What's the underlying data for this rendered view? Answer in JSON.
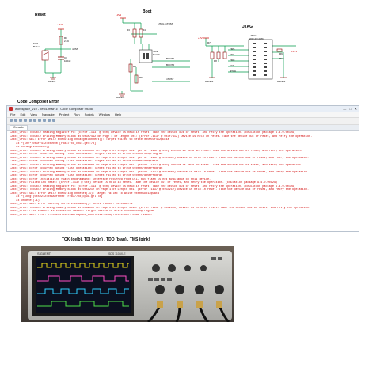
{
  "titles": {
    "reset": "Reset",
    "boot": "Boot",
    "jtag": "JTAG",
    "ccs_error": "Code Composer Error",
    "scope_caption": "TCK (gelb), TDI (grün) , TDO (blau) , TMS (pink)"
  },
  "reset_schematic": {
    "vcc": "+3V3",
    "r1": "R1",
    "r1_value": "2.2K",
    "sw1": "SW1",
    "sw1_type": "Button",
    "c1": "C1",
    "c1_value": "100nF",
    "nrst": "nRST",
    "gnd": "AGND1"
  },
  "boot_schematic": {
    "vcc": "+3V3",
    "net_jtag": "JTAG_nTRST",
    "sw": "SW2",
    "sw_type": "Switch",
    "boot1": "BOOT1",
    "boot0": "BOOT0",
    "ntrst": "nTRST",
    "gnd": "AGND1",
    "resistors": [
      "R3",
      "R4",
      "R5",
      "R6"
    ]
  },
  "jtag_schematic": {
    "vcc_left": "+3V3",
    "vcc_right": "+3V3",
    "connector": "JTAG1",
    "connector_type": "HDR-2X10PIN",
    "signals_left": [
      "TMS",
      "TDI",
      "TDO",
      "TCK",
      "RTCK"
    ],
    "resistors": [
      "R7",
      "R8",
      "R9",
      "R10"
    ],
    "gnd_left": "AGND1",
    "gnd_right": "AGND1"
  },
  "ide": {
    "title": "workspace_v10 - Test1/main.c - Code Composer Studio",
    "controls": [
      "—",
      "□",
      "✕"
    ],
    "menu": [
      "File",
      "Edit",
      "View",
      "Navigate",
      "Project",
      "Run",
      "Scripts",
      "Window",
      "Help"
    ],
    "tab": "Console",
    "lines": [
      {
        "t": "C28xx_CPU1: Trouble Reading Register PC: (Error -1137 @ 0x0) Device is held in reset. Take the device out of reset, and retry the operation. (Emulation package 9.4.0.00129)",
        "k": "err"
      },
      {
        "t": "C28xx_CPU1: Trouble Writing Memory Block at 0x3f7412 on Page 1 of Length 0x1: (Error -1137 @ 0x3f7412) Device is held in reset. Take the device out of reset, and retry the operation.",
        "k": "err"
      },
      {
        "t": "C28xx_CPU1: GEL: Error while executing OnTargetConnect(): Target failed to write 0x0003F412@Data",
        "k": "err"
      },
      {
        "t": "    at *(int*)0x3f7412=0x0000 [F28377xd_cpu1.gel:78]",
        "k": "err"
      },
      {
        "t": "    at OnTargetConnect()",
        "k": "err"
      },
      {
        "t": "C28xx_CPU1: Trouble Writing Memory Block at 0x5f000 on Page 0 of Length 0x1: (Error -1137 @ 0x0) Device is held in reset. Take the device out of reset, and retry the operation.",
        "k": "err"
      },
      {
        "t": "C28xx_CPU1: Error occurred during flash operation: Target failed to write 0x0005F000@Program",
        "k": "err"
      },
      {
        "t": "C28xx_CPU1: Trouble Writing Memory Block at 0x5f800 on Page 0 of Length 0x1: (Error -1137 @ 0x5f802) Device is held in reset. Take the device out of reset, and retry the operation.",
        "k": "err"
      },
      {
        "t": "C28xx_CPU1: Error occurred during flash operation: Target failed to write 0x0005F800@Data",
        "k": "err"
      },
      {
        "t": "C28xx_CPU1: Trouble Writing Memory Block at 0x5f000 on Page 0 of Length 0x1: (Error -1137 @ 0x0) Device is held in reset. Take the device out of reset, and retry the operation.",
        "k": "err"
      },
      {
        "t": "C28xx_CPU1: Error occurred during flash operation: Target failed to write 0x0005F000@Program",
        "k": "err"
      },
      {
        "t": "C28xx_CPU1: Trouble Writing Memory Block at 0x5f800 on Page 0 of Length 0x1: (Error -1137 @ 0x5f802) Device is held in reset. Take the device out of reset, and retry the operation.",
        "k": "err"
      },
      {
        "t": "C28xx_CPU1: Error occurred during flash operation: Target failed to write 0x0005F800@Program",
        "k": "err"
      },
      {
        "t": "C28xx_CPU1: Error initializing flash programming: Interface returned from DLL, but flash is not available on this device.",
        "k": "err"
      },
      {
        "t": "C28xx_CPU1: Failed CPU Reset: (Error -1137 @ 0x0) Device is held in reset. Take the device out of reset, and retry the operation. (Emulation package 9.4.0.00129)",
        "k": "err"
      },
      {
        "t": "C28xx_CPU1: Trouble Reading Register PC: (Error -1137 @ 0x0) Device is held in reset. Take the device out of reset, and retry the operation. (Emulation package 9.4.0.00129)",
        "k": "err"
      },
      {
        "t": "C28xx_CPU1: Trouble Writing Memory Block at 0x5d212 on Page 1 of Length 0x1: (Error -1137 @ 0x5d212) Device is held in reset. Take the device out of reset, and retry the operation.",
        "k": "err"
      },
      {
        "t": "C28xx_CPU1: GEL: Error while executing OnReset(-1): Target failed to write 0x0005D212@Data",
        "k": "err"
      },
      {
        "t": "    at *(long*)0x5D212=0x6A9F0000 [F28377xd_cpu1.gel:78]",
        "k": "err"
      },
      {
        "t": "    at OnReset(-1)",
        "k": "err"
      },
      {
        "t": "C28xx_CPU1: GEL: Error calling OnPreFileLoaded(): Reset failed: Retcode=-1",
        "k": "err"
      },
      {
        "t": "C28xx_CPU1: Trouble Writing Memory Block at 0x82000 on Page 0 of Length 0x1a: (Error -1137 @ 0x82000) Device is held in reset. Take the device out of reset, and retry the operation.",
        "k": "err"
      },
      {
        "t": "C28xx_CPU1: File Loader: Verification failed: Target failed to write 0x00080000@Program",
        "k": "err"
      },
      {
        "t": "C28xx_CPU1: GEL: File: C:\\Users\\Alex\\workspace_v10\\Test1\\Debug\\Test1.out: Load failed.",
        "k": "err"
      }
    ]
  },
  "scope": {
    "brand": "SIGLENT",
    "model": "SDS 1104X-E"
  },
  "colors": {
    "ch1": "#f2e01a",
    "ch2": "#ff4fc4",
    "ch3": "#31d0ff",
    "ch4": "#4fe04a",
    "error_text": "#d10000",
    "schematic_red": "#d00000",
    "wire": "#009a4a"
  }
}
